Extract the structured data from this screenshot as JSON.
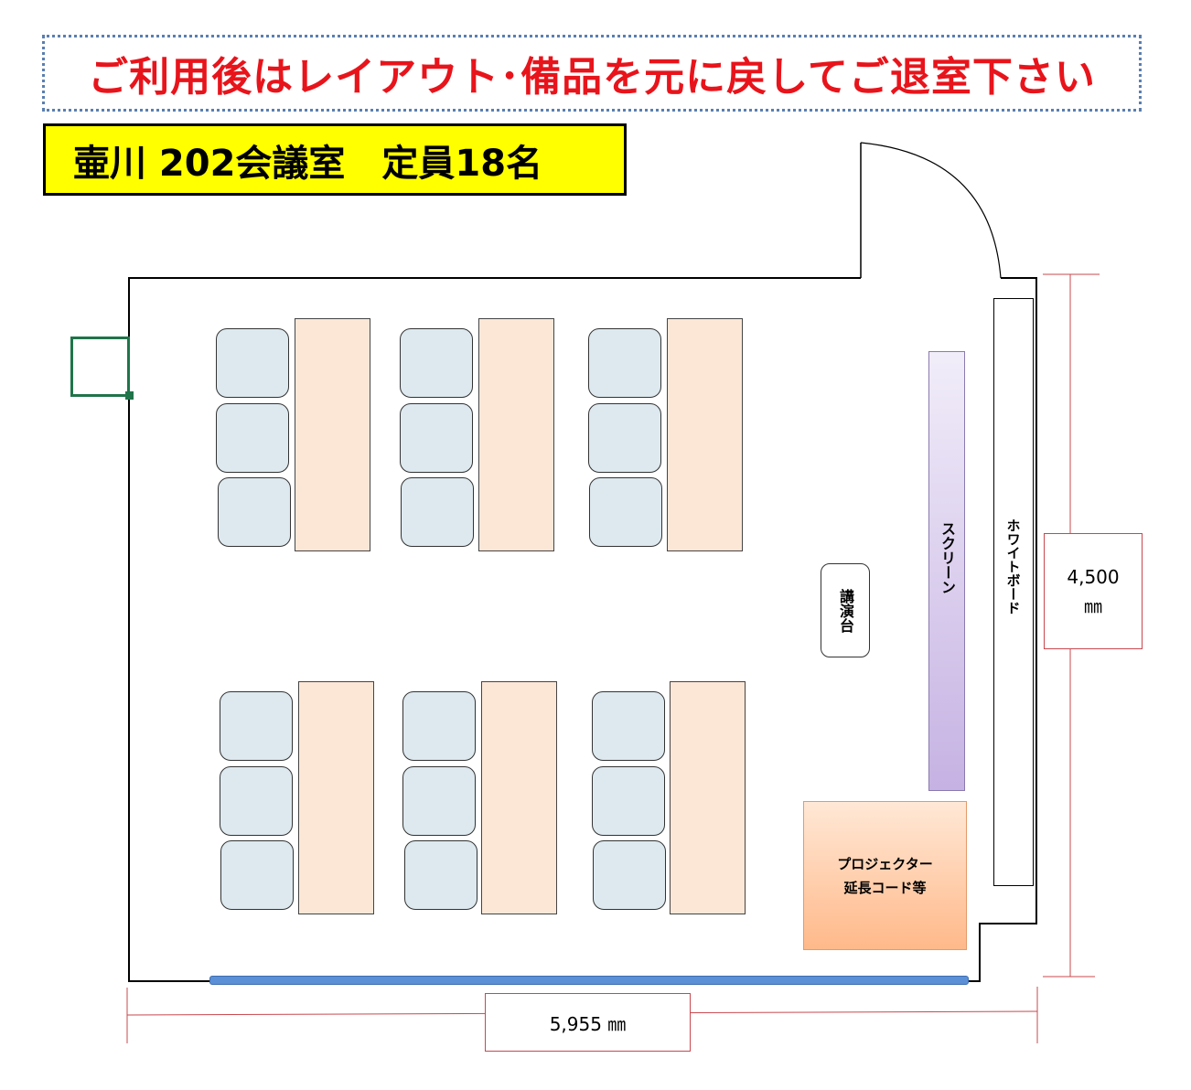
{
  "notice": "ご利用後はレイアウト･備品を元に戻してご退室下さい",
  "room_title": "壷川 202会議室　定員18名",
  "labels": {
    "podium": "講演台",
    "screen": "スクリーン",
    "whiteboard": "ホワイトボード",
    "projector_line1": "プロジェクター",
    "projector_line2": "延長コード等"
  },
  "dimensions": {
    "height_value": "4,500",
    "height_unit": "㎜",
    "width": "5,955 ㎜"
  },
  "colors": {
    "notice_text": "#e8141b",
    "title_bg": "#ffff00",
    "seat": "#dde9ef",
    "table": "#fce7d7",
    "screen": "#c6b2e3",
    "projector": "#ffb98a",
    "window": "#5b8fd6"
  },
  "layout": {
    "table_groups": 6,
    "seats_per_group": 3,
    "capacity": 18
  }
}
